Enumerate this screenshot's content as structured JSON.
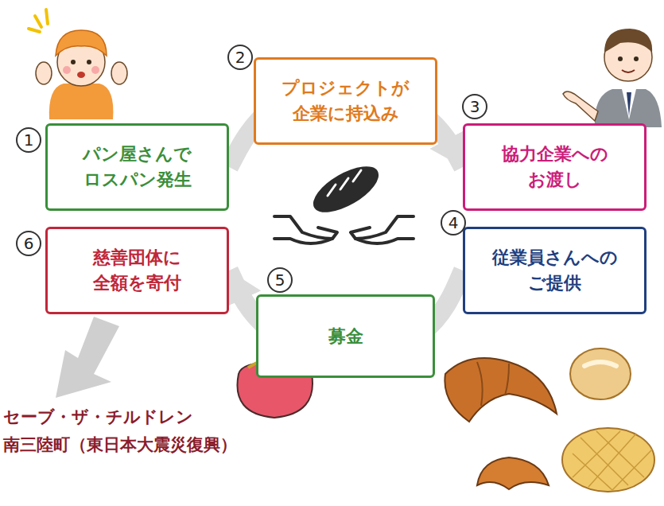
{
  "diagram": {
    "nodes": [
      {
        "text": [
          "パン屋さんで ロスパン発生"
        ]
      },
      {
        "text": [
          "プロジェクトが 企業に持込み"
        ]
      },
      {
        "text": [
          "協力企業への お渡し"
        ]
      },
      {
        "text": [
          "従業員さんへの ご提供"
        ]
      },
      {
        "text": [
          "募金"
        ]
      },
      {
        "text": [
          "慈善団体に 全額を寄付"
        ]
      }
    ],
    "edges": [
      {
        "from": 0,
        "to": 2,
        "arrow": "to"
      },
      {
        "from": 3,
        "to": 5,
        "arrow": "to"
      }
    ],
    "labels": [
      "1",
      "2",
      "3",
      "4",
      "5",
      "6",
      "セーブ・ザ・チルドレン",
      "南三陸町（東日本大震災復興）"
    ]
  }
}
